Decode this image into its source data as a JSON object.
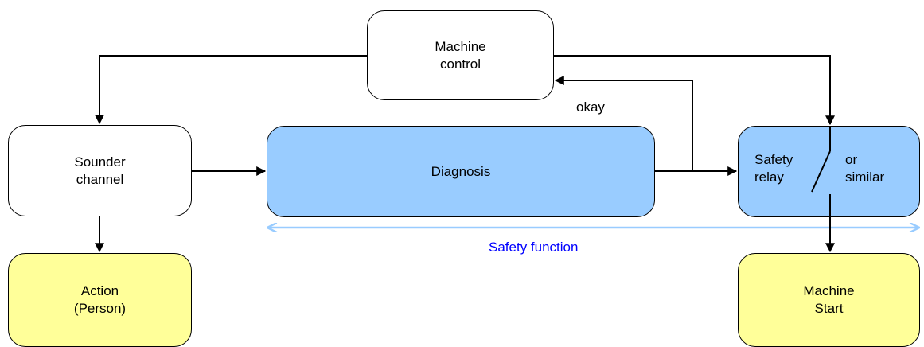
{
  "colors": {
    "node_white": "#ffffff",
    "node_blue": "#99ccff",
    "node_yellow": "#ffff99",
    "line": "#000000",
    "safety_function_arrow": "#99ccff",
    "safety_function_text": "#0000ff"
  },
  "nodes": {
    "machine_control": {
      "lines": [
        "Machine",
        "control"
      ]
    },
    "sounder_channel": {
      "lines": [
        "Sounder",
        "channel"
      ]
    },
    "diagnosis": {
      "lines": [
        "Diagnosis"
      ]
    },
    "safety_relay": {
      "left_lines": [
        "Safety",
        "relay"
      ],
      "right_lines": [
        "or",
        "similar"
      ]
    },
    "action": {
      "lines": [
        "Action",
        "(Person)"
      ]
    },
    "machine_start": {
      "lines": [
        "Machine",
        "Start"
      ]
    }
  },
  "edge_labels": {
    "okay": "okay",
    "safety_function": "Safety function"
  }
}
